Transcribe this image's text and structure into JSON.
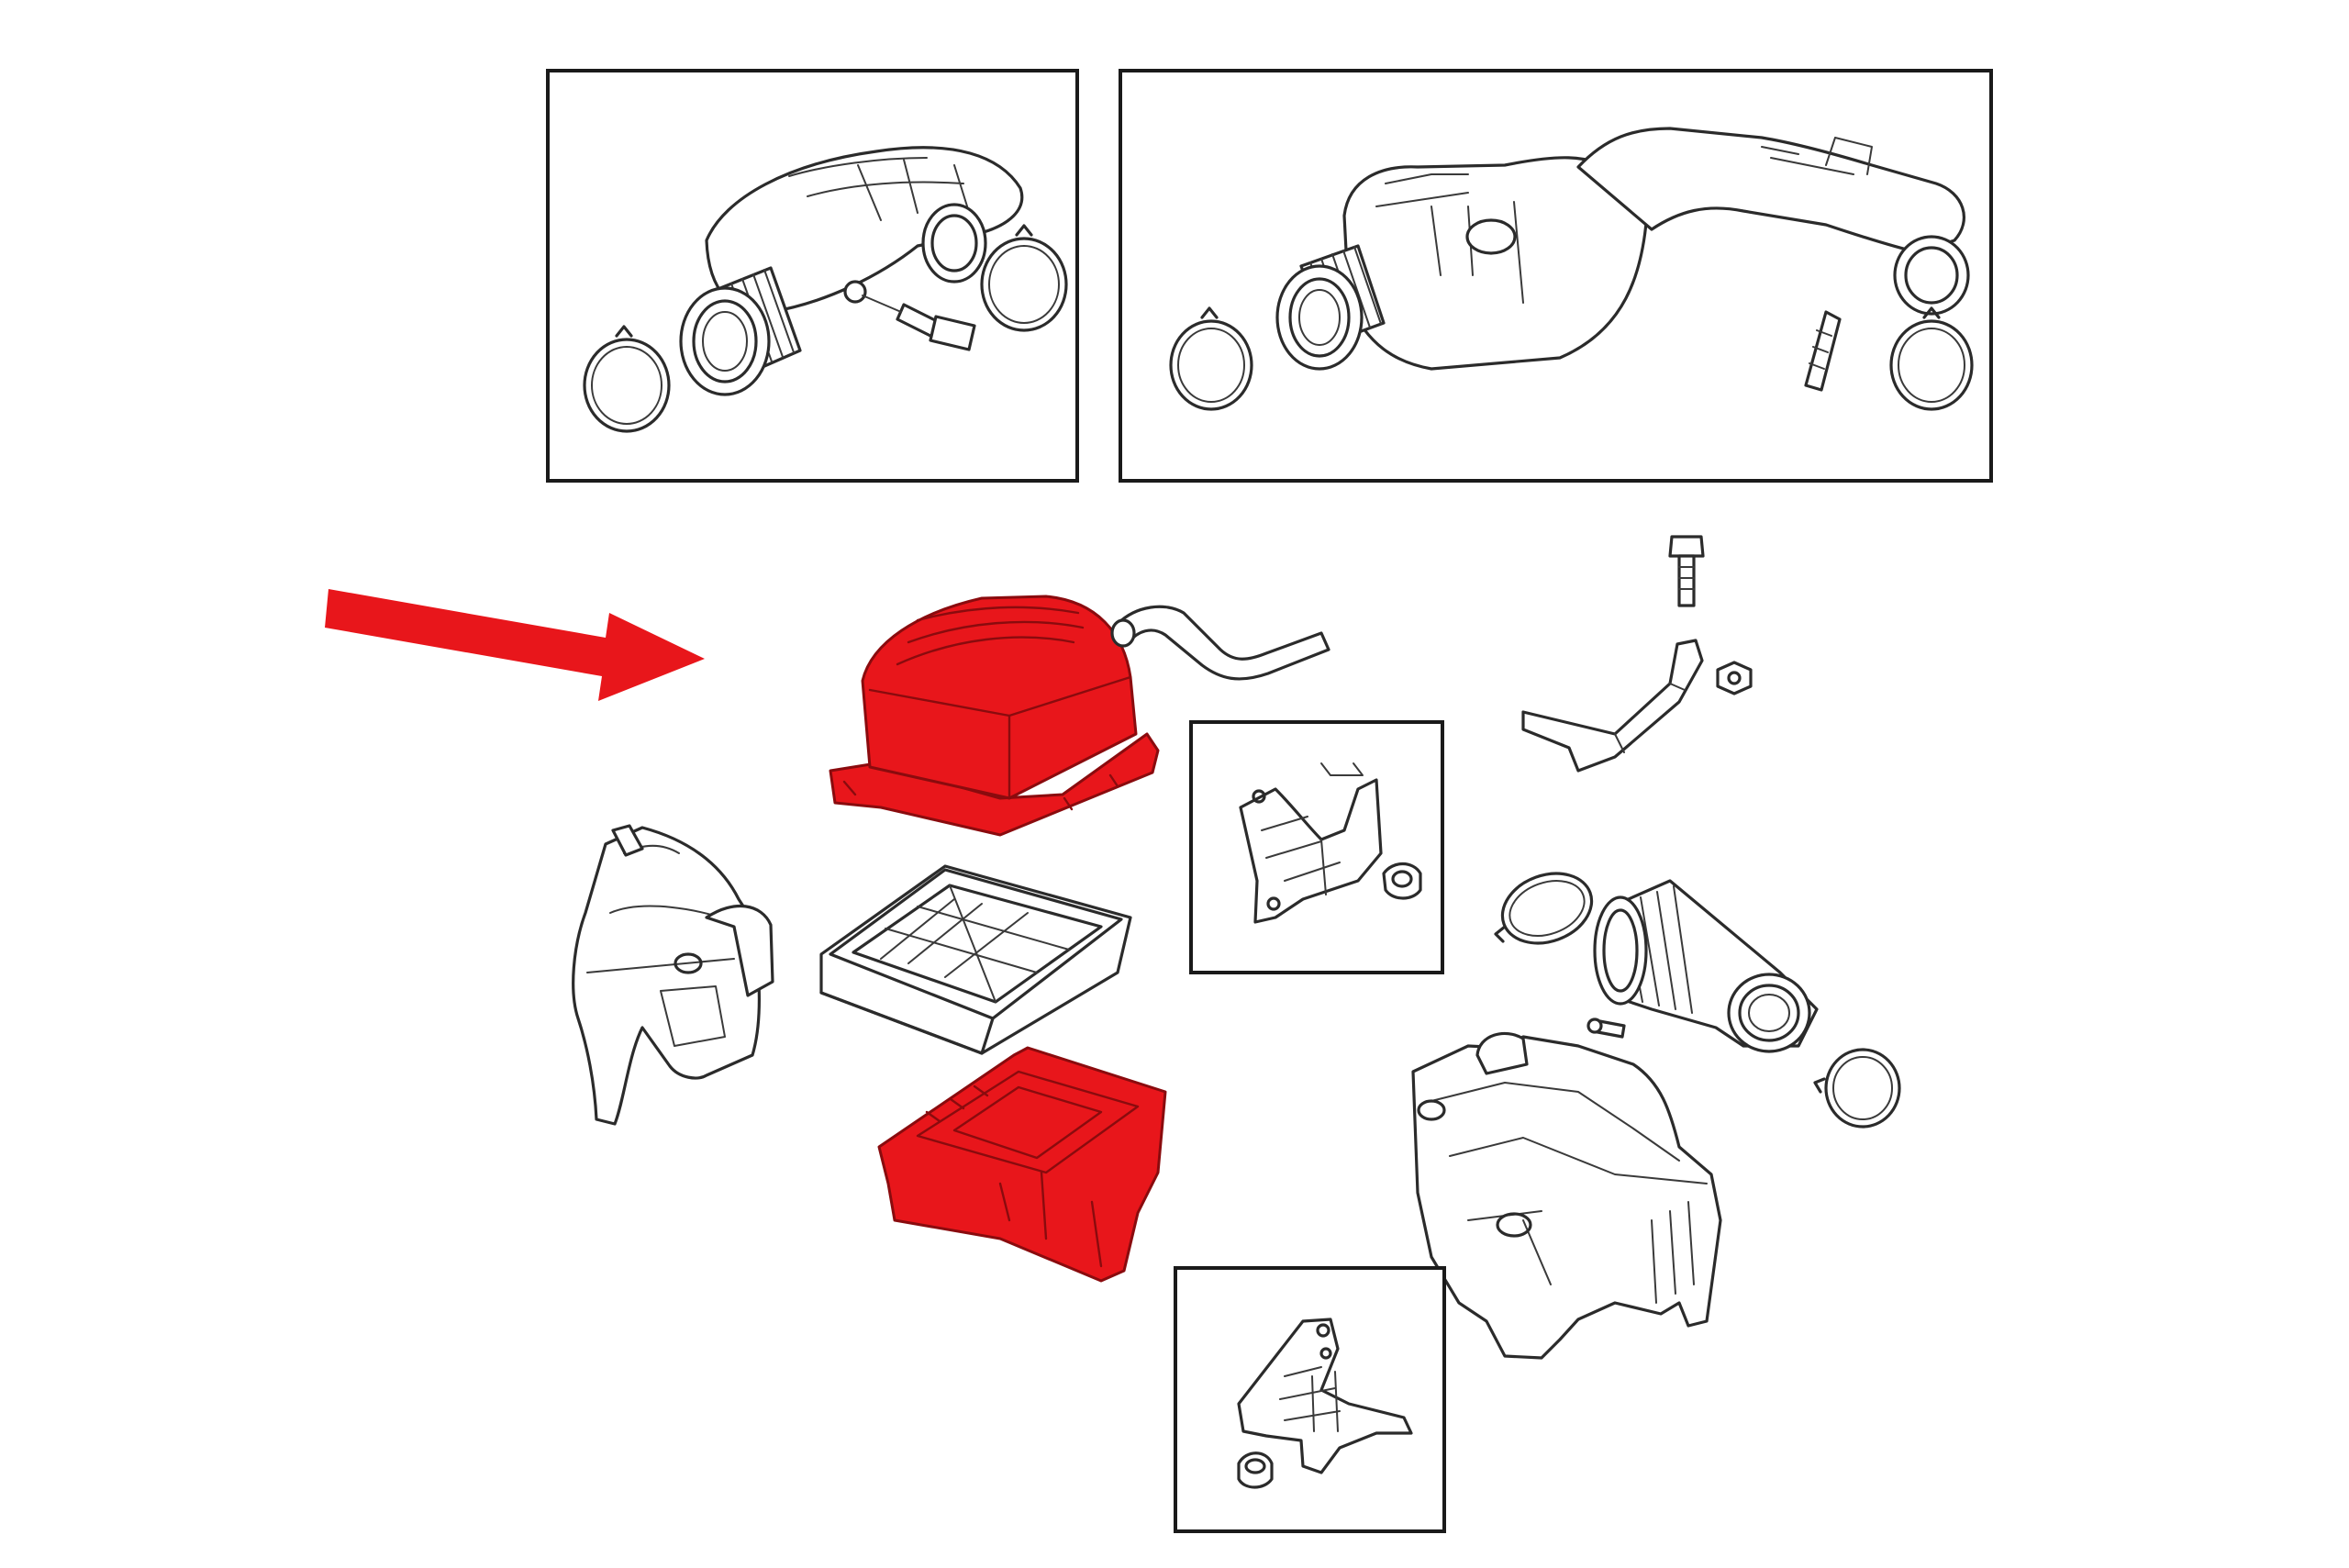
{
  "diagram": {
    "type": "exploded-parts-illustration",
    "highlight_color": "#e8161b",
    "arrow_color": "#e8161b",
    "line_color": "#2b2b2b",
    "background_color": "#ffffff",
    "highlighted_parts": [
      "air-cleaner-cover",
      "air-cleaner-housing-lower"
    ],
    "inset_panels": [
      "upper-left-inset",
      "upper-right-inset",
      "center-inset",
      "bottom-inset"
    ]
  }
}
